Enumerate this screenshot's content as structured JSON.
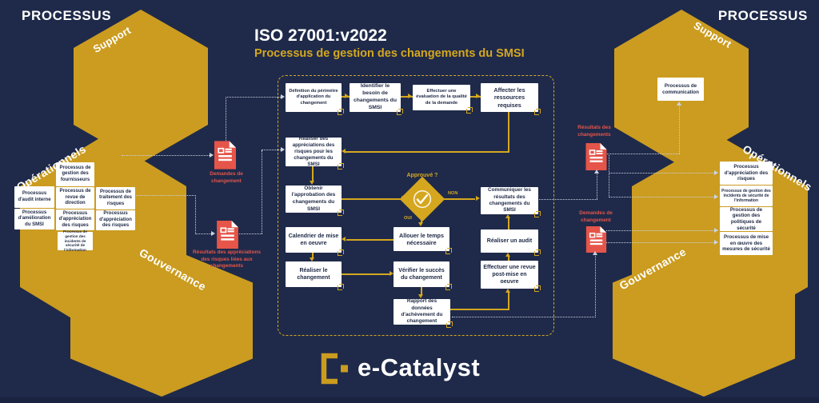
{
  "header": {
    "processus": "PROCESSUS",
    "title": "ISO 27001:v2022",
    "subtitle": "Processus de gestion des changements du SMSI"
  },
  "colors": {
    "background": "#1f2a4a",
    "gold": "#cb9c20",
    "red": "#e65549",
    "box_text": "#1d2845"
  },
  "hexagon_labels": {
    "support": "Support",
    "operationnels": "Opérationnels",
    "gouvernance": "Gouvernance"
  },
  "left_hexagon_processes": {
    "gestion_fournisseurs": "Processus de gestion des fournisseurs",
    "audit_interne": "Processus d'audit interne",
    "revue_direction": "Processus de revue de direction",
    "traitement_risques": "Processus de traitement des risques",
    "amelioration_smsi": "Processus d'amélioration du SMSI",
    "appreciation_risques_1": "Processus d'appréciation des risques",
    "appreciation_risques_2": "Processus d'appréciation des risques",
    "gestion_incidents": "Processus de gestion des incidents de sécurité de l'information"
  },
  "right_hexagon_processes": {
    "communication": "Processus de communication",
    "appreciation_risques": "Processus d'appréciation des risques",
    "gestion_incidents": "Processus de gestion des incidents de sécurité de l'information",
    "gestion_politiques": "Processus de gestion des politiques de sécurité",
    "mise_en_oeuvre_mesures": "Processus de mise en œuvre des mesures de sécurité"
  },
  "artifacts": {
    "demandes_changement_left": "Demandes de changement",
    "resultats_appreciations": "Résultats des appréciations des risques liées aux changements",
    "resultats_changements": "Résultats des changements",
    "demandes_changement_right": "Demandes de changement"
  },
  "flowchart": {
    "definition_perimetre": "Définition du périmètre d'application du changement",
    "identifier_besoin": "Identifier le besoin de changements du SMSI",
    "evaluation_qualite": "Effectuer une évaluation de la qualité de la demande",
    "affecter_ressources": "Affecter les ressources requises",
    "realiser_appreciations": "Réaliser des appréciations des risques pour les changements du SMSI",
    "obtenir_approbation": "Obtenir l'approbation des changements du SMSI",
    "decision_label": "Approuvé ?",
    "non": "NON",
    "oui": "OUI",
    "communiquer_resultats": "Communiquer les résultats des changements du SMSI",
    "allouer_temps": "Allouer le temps nécessaire",
    "calendrier_mise_en_oeuvre": "Calendrier de mise en oeuvre",
    "realiser_changement": "Réaliser le changement",
    "verifier_succes": "Vérifier le succès du changement",
    "rapport_donnees": "Rapport des données d'achèvement du changement",
    "realiser_audit": "Réaliser un audit",
    "revue_post_mise": "Effectuer une revue post-mise en oeuvre"
  },
  "footer": {
    "brand": "e-Catalyst"
  }
}
